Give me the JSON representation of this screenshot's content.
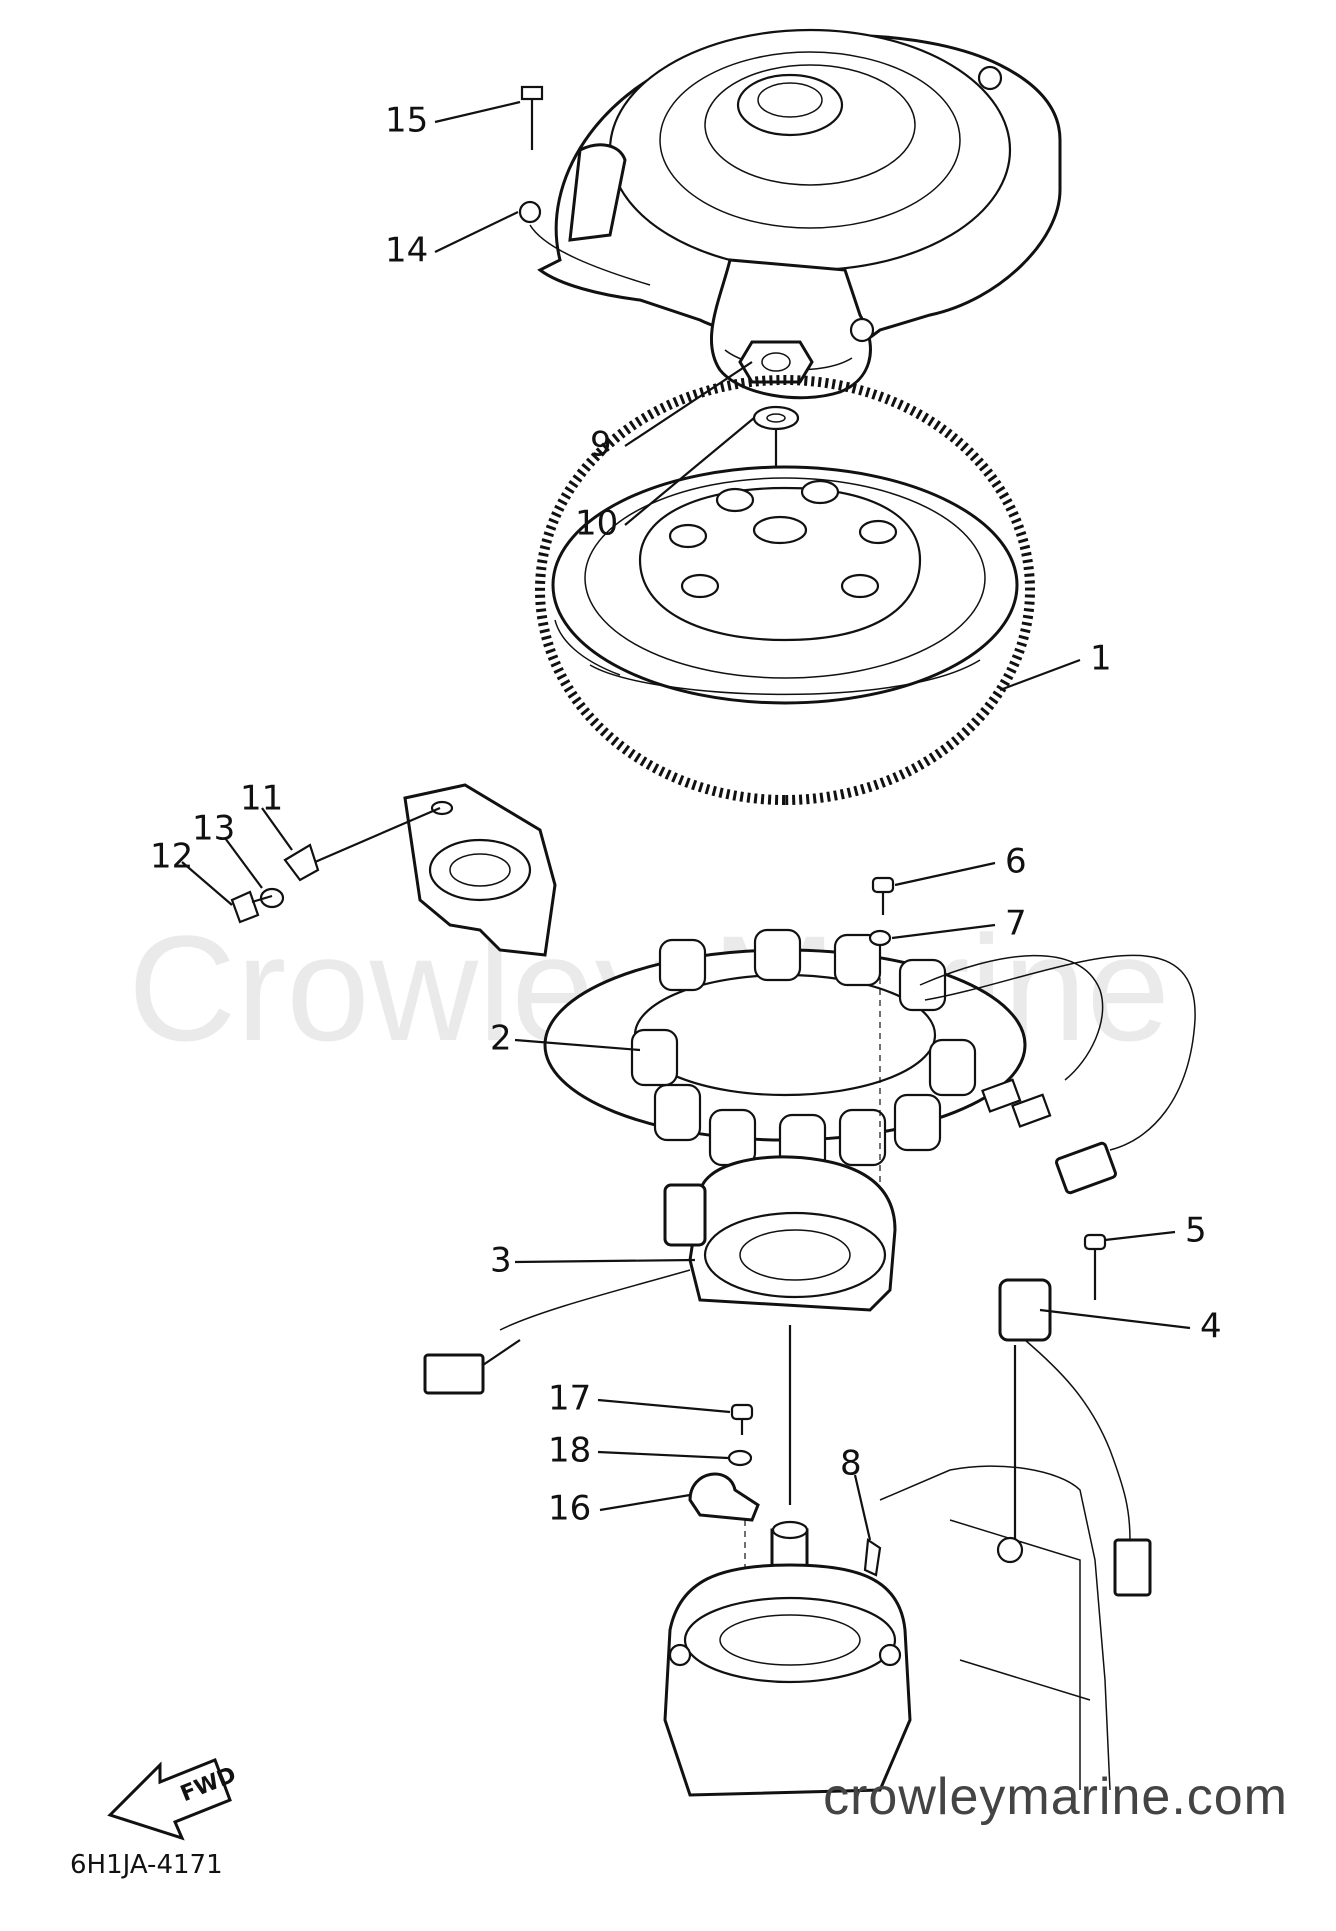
{
  "labels": [
    "1",
    "2",
    "3",
    "4",
    "5",
    "6",
    "7",
    "8",
    "9",
    "10",
    "11",
    "12",
    "13",
    "14",
    "15",
    "16",
    "17",
    "18"
  ],
  "watermark": "Crowley Marine",
  "website": "crowleymarine.com",
  "diagram_code": "6H1JA-4171",
  "fwd_label": "FWD"
}
